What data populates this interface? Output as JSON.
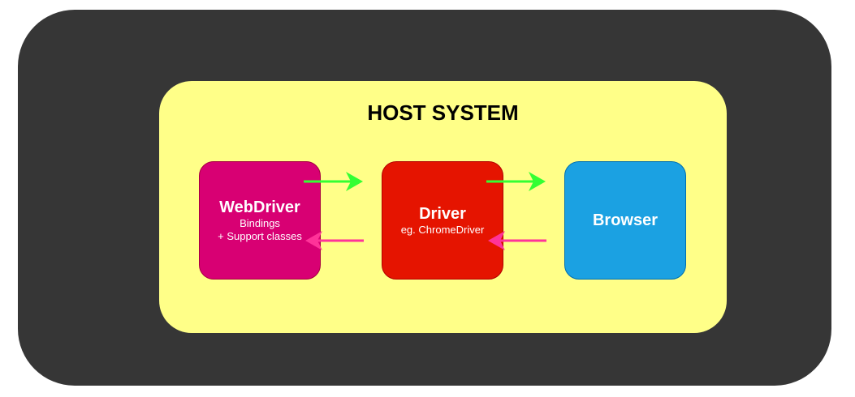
{
  "host": {
    "title": "HOST SYSTEM"
  },
  "components": {
    "webdriver": {
      "title": "WebDriver",
      "line1": "Bindings",
      "line2": "+ Support classes"
    },
    "driver": {
      "title": "Driver",
      "subtitle": "eg. ChromeDriver"
    },
    "browser": {
      "title": "Browser"
    }
  },
  "colors": {
    "background": "#363636",
    "host_fill": "#ffff88",
    "webdriver_fill": "#d80073",
    "driver_fill": "#e51400",
    "browser_fill": "#1ba1e2",
    "request_arrow": "#33ff33",
    "response_arrow": "#ff3399"
  },
  "connections": [
    {
      "from": "WebDriver",
      "to": "Driver",
      "kind": "request"
    },
    {
      "from": "Driver",
      "to": "Browser",
      "kind": "request"
    },
    {
      "from": "Browser",
      "to": "Driver",
      "kind": "response"
    },
    {
      "from": "Driver",
      "to": "WebDriver",
      "kind": "response"
    }
  ]
}
